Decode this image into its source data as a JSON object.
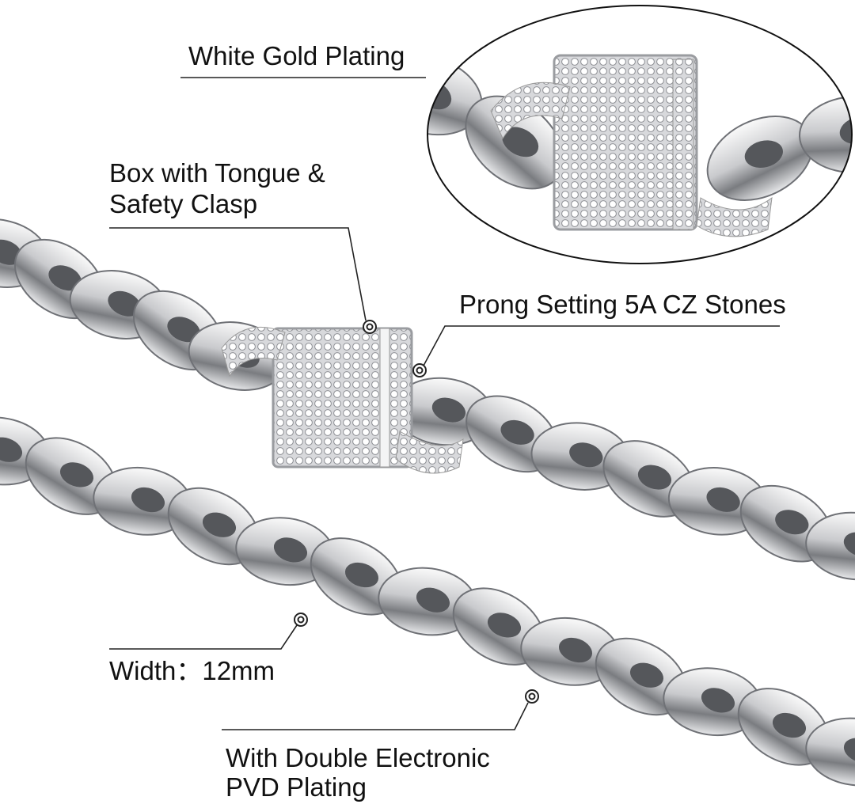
{
  "labels": {
    "plating": "White Gold Plating",
    "clasp_line1": "Box with Tongue &",
    "clasp_line2": "Safety Clasp",
    "stones": "Prong Setting 5A CZ Stones",
    "width": "Width：12mm",
    "pvd_line1": "With Double Electronic",
    "pvd_line2": "PVD Plating"
  },
  "colors": {
    "metal_dark": "#6f7176",
    "metal_light": "#f2f3f5",
    "line": "#222222"
  }
}
